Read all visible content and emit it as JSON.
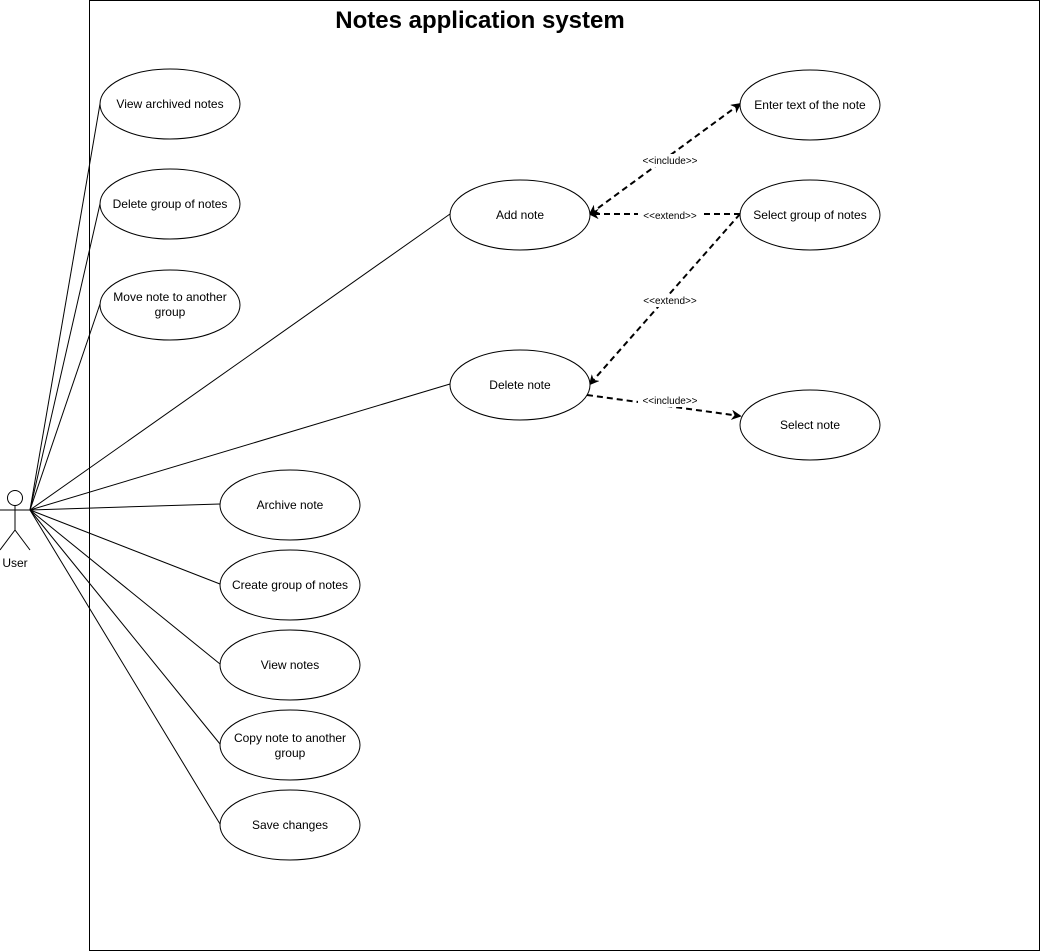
{
  "system": {
    "title": "Notes application system"
  },
  "actor": {
    "label": "User",
    "icon": "stick-figure-icon"
  },
  "use_cases": {
    "view_archived_notes": "View archived notes",
    "delete_group_of_notes": "Delete group of notes",
    "move_note_line1": "Move note to another",
    "move_note_line2": "group",
    "archive_note": "Archive note",
    "create_group_of_notes": "Create group of notes",
    "view_notes": "View notes",
    "copy_note_line1": "Copy note to another",
    "copy_note_line2": "group",
    "save_changes": "Save changes",
    "add_note": "Add note",
    "delete_note": "Delete note",
    "enter_text_of_the_note": "Enter text of the note",
    "select_group_of_notes": "Select group of notes",
    "select_note": "Select note"
  },
  "relations": {
    "add_includes_enter_text": "<<include>>",
    "select_group_extends_add": "<<extend>>",
    "select_group_extends_delete": "<<extend>>",
    "delete_includes_select_note": "<<include>>"
  }
}
